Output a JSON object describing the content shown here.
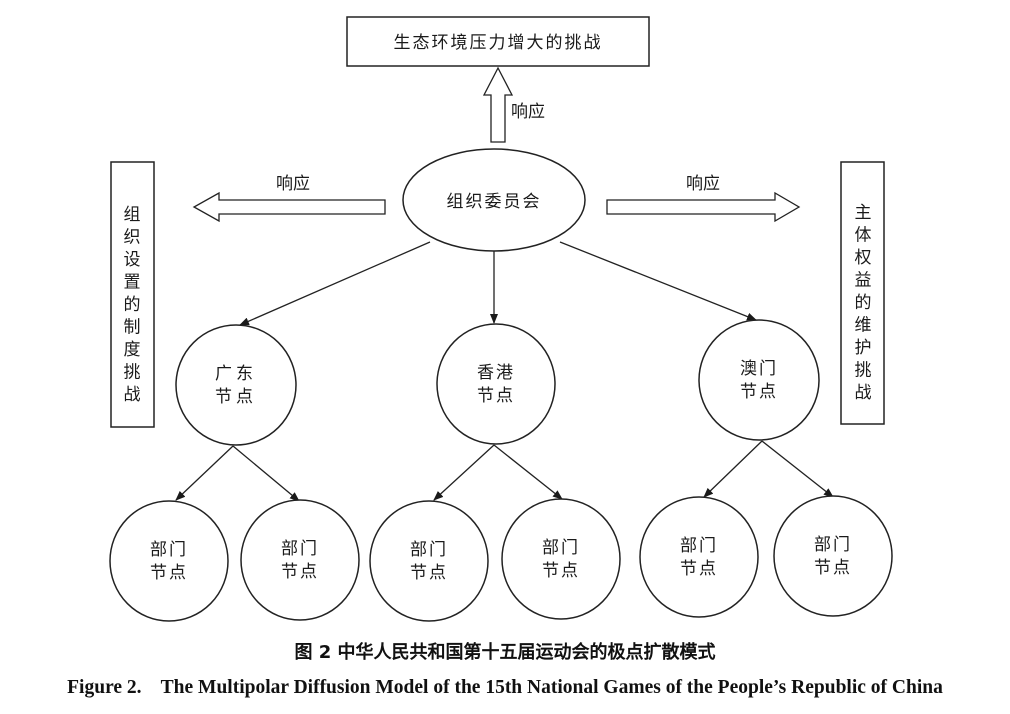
{
  "diagram": {
    "top_box": "生态环境压力增大的挑战",
    "left_box": "组织设置的制度挑战",
    "right_box": "主体权益的维护挑战",
    "center": "组织委员会",
    "arrow_labels": {
      "up": "响应",
      "left": "响应",
      "right": "响应"
    },
    "nodes": [
      {
        "line1": "广东",
        "line2": "节点",
        "children": [
          {
            "line1": "部门",
            "line2": "节点"
          },
          {
            "line1": "部门",
            "line2": "节点"
          }
        ]
      },
      {
        "line1": "香港",
        "line2": "节点",
        "children": [
          {
            "line1": "部门",
            "line2": "节点"
          },
          {
            "line1": "部门",
            "line2": "节点"
          }
        ]
      },
      {
        "line1": "澳门",
        "line2": "节点",
        "children": [
          {
            "line1": "部门",
            "line2": "节点"
          },
          {
            "line1": "部门",
            "line2": "节点"
          }
        ]
      }
    ]
  },
  "caption": {
    "chinese": "图 2   中华人民共和国第十五届运动会的极点扩散模式",
    "english": "Figure 2.    The Multipolar Diffusion Model of the 15th National Games of the People’s Republic of China"
  }
}
